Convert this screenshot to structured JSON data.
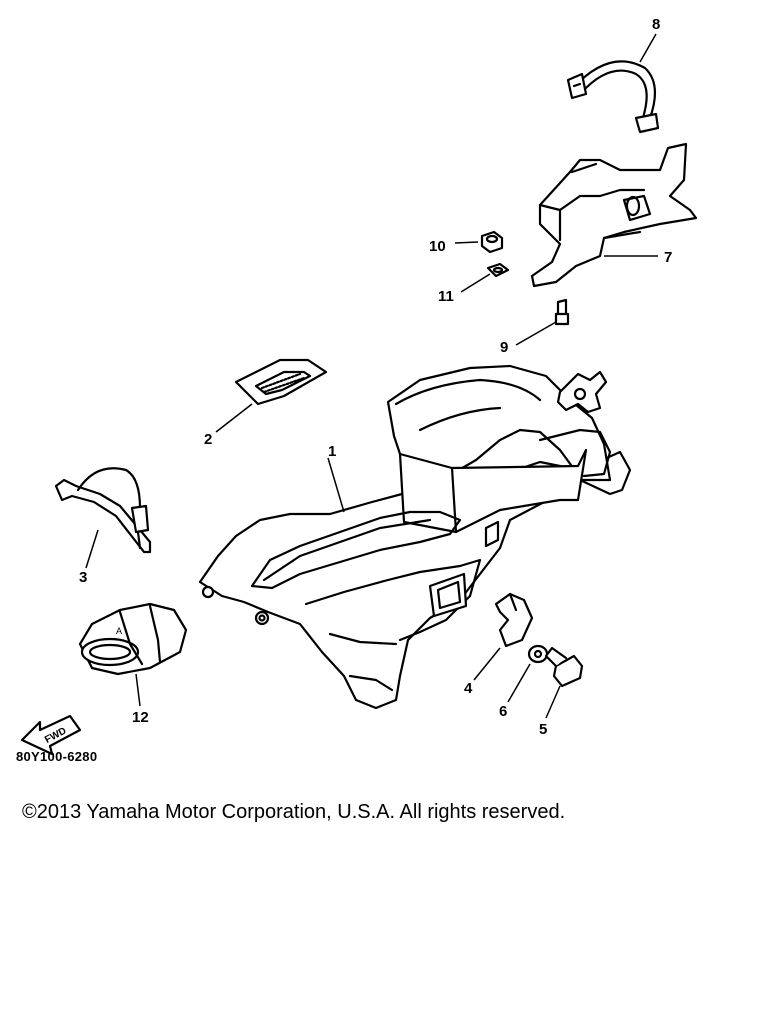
{
  "diagram": {
    "callouts": [
      "1",
      "2",
      "3",
      "4",
      "5",
      "6",
      "7",
      "8",
      "9",
      "10",
      "11",
      "12"
    ],
    "fwd_label": "FWD",
    "diagram_code": "80Y100-6280"
  },
  "footer": {
    "copyright": "©2013 Yamaha Motor Corporation, U.S.A. All rights reserved."
  }
}
